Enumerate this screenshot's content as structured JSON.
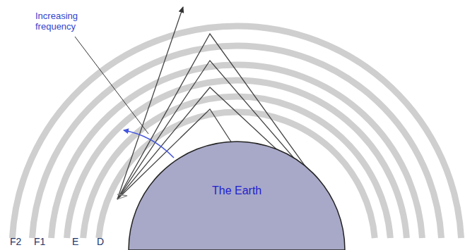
{
  "diagram": {
    "nodes": [
      {
        "text": [
          "The Earth"
        ]
      }
    ],
    "labels": [
      "Increasing frequency",
      "F2",
      "F1",
      "E",
      "D"
    ]
  }
}
